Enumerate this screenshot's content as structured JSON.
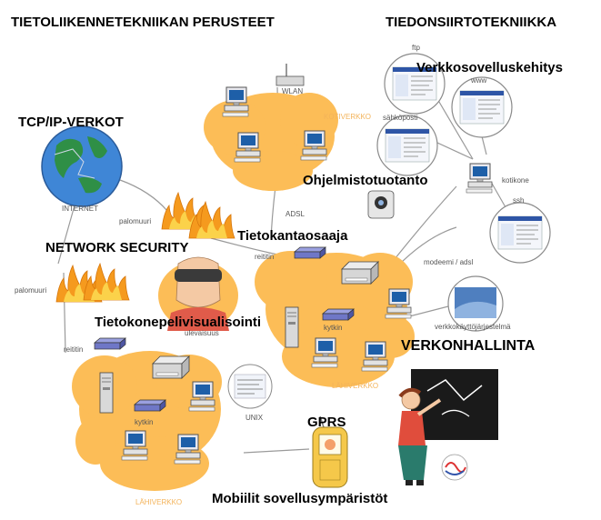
{
  "headings": {
    "tietoliikenne": "TIETOLIIKENNETEKNIIKAN PERUSTEET",
    "tiedonsiirto": "TIEDONSIIRTOTEKNIIKKA",
    "verkkosovellus": "Verkkosovelluskehitys",
    "tcpip": "TCP/IP-VERKOT",
    "ohjelmisto": "Ohjelmistotuotanto",
    "tietokanta": "Tietokantaosaaja",
    "security": "NETWORK SECURITY",
    "pelivisu": "Tietokonepelivisualisointi",
    "verkonhallinta": "VERKONHALLINTA",
    "gprs": "GPRS",
    "mobiilit": "Mobiilit sovellusympäristöt"
  },
  "small_labels": {
    "ftp": "ftp",
    "www": "www",
    "wlan": "WLAN",
    "sahkoposti": "sähköposti",
    "kotiverkko": "KOTIVERKKO",
    "kotikone": "kotikone",
    "ssh": "ssh",
    "internet": "INTERNET",
    "adsl": "ADSL",
    "palomuuri_1": "palomuuri",
    "palomuuri_2": "palomuuri",
    "reititin_1": "reititin",
    "reititin_2": "reititin",
    "modeemi": "modeemi / adsl",
    "verkkokayttojarjestelma": "verkkokäyttöjärjestelmä",
    "kytkin_1": "kytkin",
    "kytkin_2": "kytkin",
    "lahiverkko_1": "LÄHIVERKKO",
    "lahiverkko_2": "LÄHIVERKKO",
    "unix": "UNIX",
    "elevaisuus": "ulevaisuus"
  },
  "colors": {
    "cloud": "#fcbd57",
    "flame": "#f59a1e",
    "router": "#6f77c7",
    "globe_water": "#3f86d6",
    "globe_land": "#2f8f46",
    "line": "#9a9a9a",
    "phone": "#f5c84a",
    "board": "#1a1a1a",
    "teacher_shirt": "#e04d3c",
    "teacher_skirt": "#2a7b6c"
  },
  "icons": [
    "globe-icon",
    "firewall-icon",
    "router-icon",
    "switch-icon",
    "computer-icon",
    "server-icon",
    "printer-icon",
    "camera-icon",
    "phone-icon",
    "teacher-icon",
    "webpage-icon",
    "vr-headset-icon"
  ]
}
